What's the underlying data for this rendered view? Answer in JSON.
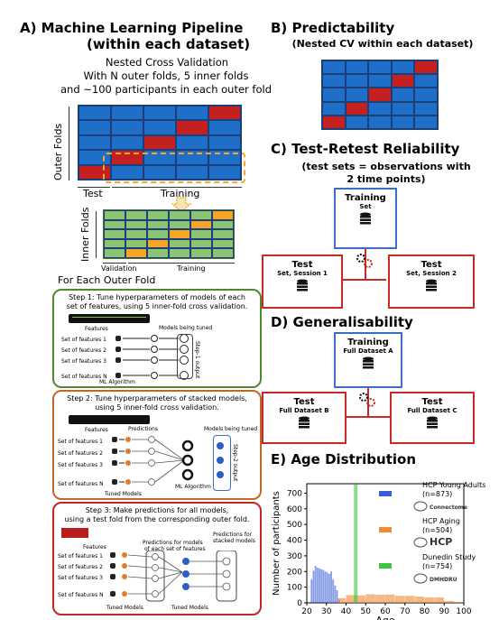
{
  "panelA": {
    "heading": "A)   Machine Learning Pipeline",
    "heading2": "(within each dataset)",
    "nested_cv": "Nested Cross Validation",
    "folds_desc": "With N outer folds, 5 inner folds",
    "participants_desc": "and ~100 participants in each outer fold",
    "outer_folds": "Outer Folds",
    "test": "Test",
    "training": "Training",
    "inner_folds": "Inner Folds",
    "validation": "Validation",
    "inner_training": "Training",
    "for_each": "For Each Outer Fold"
  },
  "step1": {
    "text1": "Step 1: Tune hyperparameters of models of each",
    "text2": "set of features, using 5 inner-fold cross validation.",
    "features": "Features",
    "models_tuned": "Models being tuned",
    "set1": "Set of features 1",
    "set2": "Set of features 2",
    "set3": "Set of features 3",
    "setN": "Set of features N",
    "ml_algorithm": "ML Algorithm",
    "output": "Step-1 output"
  },
  "step2": {
    "text1": "Step 2: Tune hyperparameters of stacked models,",
    "text2": "using 5 inner-fold cross validation.",
    "features": "Features",
    "predictions": "Predictions",
    "models_tuned": "Models being tuned",
    "set1": "Set of features 1",
    "set2": "Set of features 2",
    "set3": "Set of features 3",
    "setN": "Set of features N",
    "tuned_models": "Tuned Models",
    "ml_algorithm": "ML Algorithm",
    "output": "Step-2 output"
  },
  "step3": {
    "text1": "Step 3: Make predictions for all models,",
    "text2": "using a test fold from the corresponding outer fold.",
    "features": "Features",
    "pred_each": "Predictions for models",
    "pred_each2": "of each set of features",
    "pred_stacked": "Predictions for",
    "pred_stacked2": "stacked models",
    "set1": "Set of features 1",
    "set2": "Set of features 2",
    "set3": "Set of features 3",
    "setN": "Set of features N",
    "tuned1": "Tuned Models",
    "tuned2": "Tuned Models"
  },
  "panelB": {
    "heading": "B)          Predictability",
    "sub": "(Nested CV within each dataset)"
  },
  "panelC": {
    "heading": "C)    Test-Retest Reliability",
    "sub1": "(test sets = observations with",
    "sub2": "2 time points)",
    "training": "Training",
    "training_sub": "Set",
    "test1": "Test",
    "test1_sub": "Set, Session 1",
    "test2": "Test",
    "test2_sub": "Set, Session 2"
  },
  "panelD": {
    "heading": "D)         Generalisability",
    "training": "Training",
    "training_sub": "Full Dataset A",
    "test1": "Test",
    "test1_sub": "Full Dataset B",
    "test2": "Test",
    "test2_sub": "Full Dataset C"
  },
  "panelE": {
    "heading": "E)       Age Distribution",
    "legend": [
      {
        "name": "HCP Young Adults",
        "n": "(n=873)",
        "color": "#3b5bd6",
        "logo": "Connectome"
      },
      {
        "name": "HCP Aging",
        "n": "(n=504)",
        "color": "#f08a35",
        "logo": "HCP"
      },
      {
        "name": "Dunedin Study",
        "n": "(n=754)",
        "color": "#3ec43e",
        "logo": "DMHDRU"
      }
    ]
  },
  "colors": {
    "blue": "#1f6fc9",
    "red": "#c42020",
    "green": "#8dc474",
    "orange": "#f5a623",
    "step1_border": "#4f8a2f",
    "step2_border": "#c0672a",
    "step3_border": "#c42525"
  },
  "chart_data": {
    "type": "bar",
    "title": "",
    "xlabel": "Age",
    "ylabel": "Number of participants",
    "xlim": [
      20,
      100
    ],
    "ylim": [
      0,
      760
    ],
    "xticks": [
      20,
      30,
      40,
      50,
      60,
      70,
      80,
      90,
      100
    ],
    "yticks": [
      0,
      100,
      200,
      300,
      400,
      500,
      600,
      700
    ],
    "series": [
      {
        "name": "HCP Young Adults",
        "color": "#3b5bd6",
        "bins": [
          [
            22,
            23,
            150
          ],
          [
            23,
            24,
            205
          ],
          [
            24,
            25,
            235
          ],
          [
            25,
            26,
            225
          ],
          [
            26,
            27,
            220
          ],
          [
            27,
            28,
            215
          ],
          [
            28,
            29,
            210
          ],
          [
            29,
            30,
            200
          ],
          [
            30,
            31,
            195
          ],
          [
            31,
            32,
            185
          ],
          [
            32,
            33,
            200
          ],
          [
            33,
            34,
            150
          ],
          [
            34,
            35,
            110
          ],
          [
            35,
            36,
            80
          ],
          [
            36,
            37,
            25
          ]
        ]
      },
      {
        "name": "HCP Aging",
        "color": "#f08a35",
        "bins": [
          [
            36,
            40,
            30
          ],
          [
            40,
            45,
            50
          ],
          [
            45,
            50,
            48
          ],
          [
            50,
            55,
            55
          ],
          [
            55,
            60,
            52
          ],
          [
            60,
            65,
            53
          ],
          [
            65,
            70,
            45
          ],
          [
            70,
            75,
            45
          ],
          [
            75,
            80,
            40
          ],
          [
            80,
            85,
            35
          ],
          [
            85,
            90,
            35
          ],
          [
            90,
            95,
            12
          ],
          [
            95,
            100,
            5
          ]
        ]
      },
      {
        "name": "Dunedin Study",
        "color": "#3ec43e",
        "bins": [
          [
            44,
            46,
            755
          ]
        ]
      }
    ]
  }
}
